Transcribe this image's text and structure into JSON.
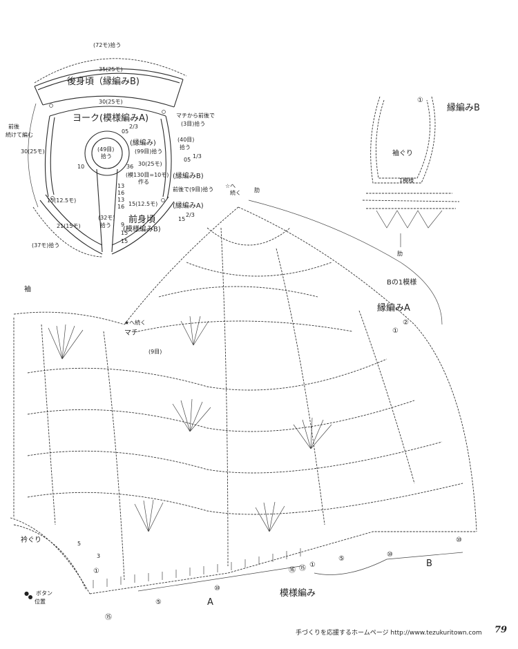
{
  "schematic": {
    "top_count": "(72モ)拾う",
    "back_width": "35(25モ)",
    "back_label": "後身頃（縁編みB)",
    "yoke_width": "30(25モ)",
    "yoke_label": "ヨーク(模様編みA)",
    "left_note_1": "前後",
    "left_note_2": "続けて編む",
    "left_height": "30(25モ)",
    "gusset_note_1": "マチから前後で",
    "gusset_note_2": "(3目)拾う",
    "yoke_rows": "05",
    "yoke_rows_frac": "2/3",
    "neck_count": "(49目)",
    "neck_pick": "拾う",
    "neck_edge_label": "(縁編み)",
    "neck_edge_count": "(99目)拾う",
    "count_40": "(40目)",
    "count_40_pick": "拾う",
    "val_10": "10",
    "val_36": "36",
    "val_36_detail": "(模130目=10モ)",
    "val_36_make": "作る",
    "val_05": "05",
    "val_05_frac": "1/3",
    "right_height": "30(25モ)",
    "edge_b_label": "(縁編みB)",
    "front_back_9": "前後で(9目)拾う",
    "col_13": "13",
    "col_16": "16",
    "col_13b": "13",
    "col_16b": "16",
    "front_count": "15(12.5モ)",
    "front_label": "前身頃",
    "front_sublabel": "(模様編みB)",
    "front_right_count": "15(12.5モ)",
    "edge_a_label": "(縁編みA)",
    "val_15": "15",
    "val_15_frac": "2/3",
    "center_32": "(32モ)",
    "center_pick": "拾う",
    "bottom_count": "21(15モ)",
    "bottom_pick": "(37モ)拾う",
    "col_9": "9",
    "col_15": "15",
    "col_15b": "15"
  },
  "armhole_chart": {
    "circle_1": "①",
    "edge_label": "縁編みB",
    "armhole": "袖ぐり",
    "pattern": "1模様",
    "rib": "肋"
  },
  "main_chart": {
    "star_continue": "☆へ",
    "continue": "続く",
    "rib": "肋",
    "repeat_b": "Bの1模様",
    "edge_a": "縁編みA",
    "circle_1": "①",
    "circle_2": "②",
    "sleeve": "袖",
    "star2_continue": "★へ続く",
    "gusset": "マチ",
    "nine_rows": "(9目)",
    "neckline": "衿ぐり",
    "button_marker": "●",
    "button_label": "ボタン",
    "button_pos": "位置",
    "pattern_label": "模様編み",
    "letter_a": "A",
    "letter_b": "B",
    "c5a": "⑤",
    "c10a": "⑩",
    "c15a": "⑮",
    "c16a": "⑯",
    "c1a": "①",
    "c5b": "⑤",
    "c10b": "⑩",
    "c15b": "⑮",
    "c5c": "⑤",
    "c10c": "⑩",
    "c1b": "①",
    "r3": "3",
    "r5": "5"
  },
  "footer": {
    "text": "手づくりを応援するホームページ http://www.tezukuritown.com",
    "page_number": "79"
  }
}
